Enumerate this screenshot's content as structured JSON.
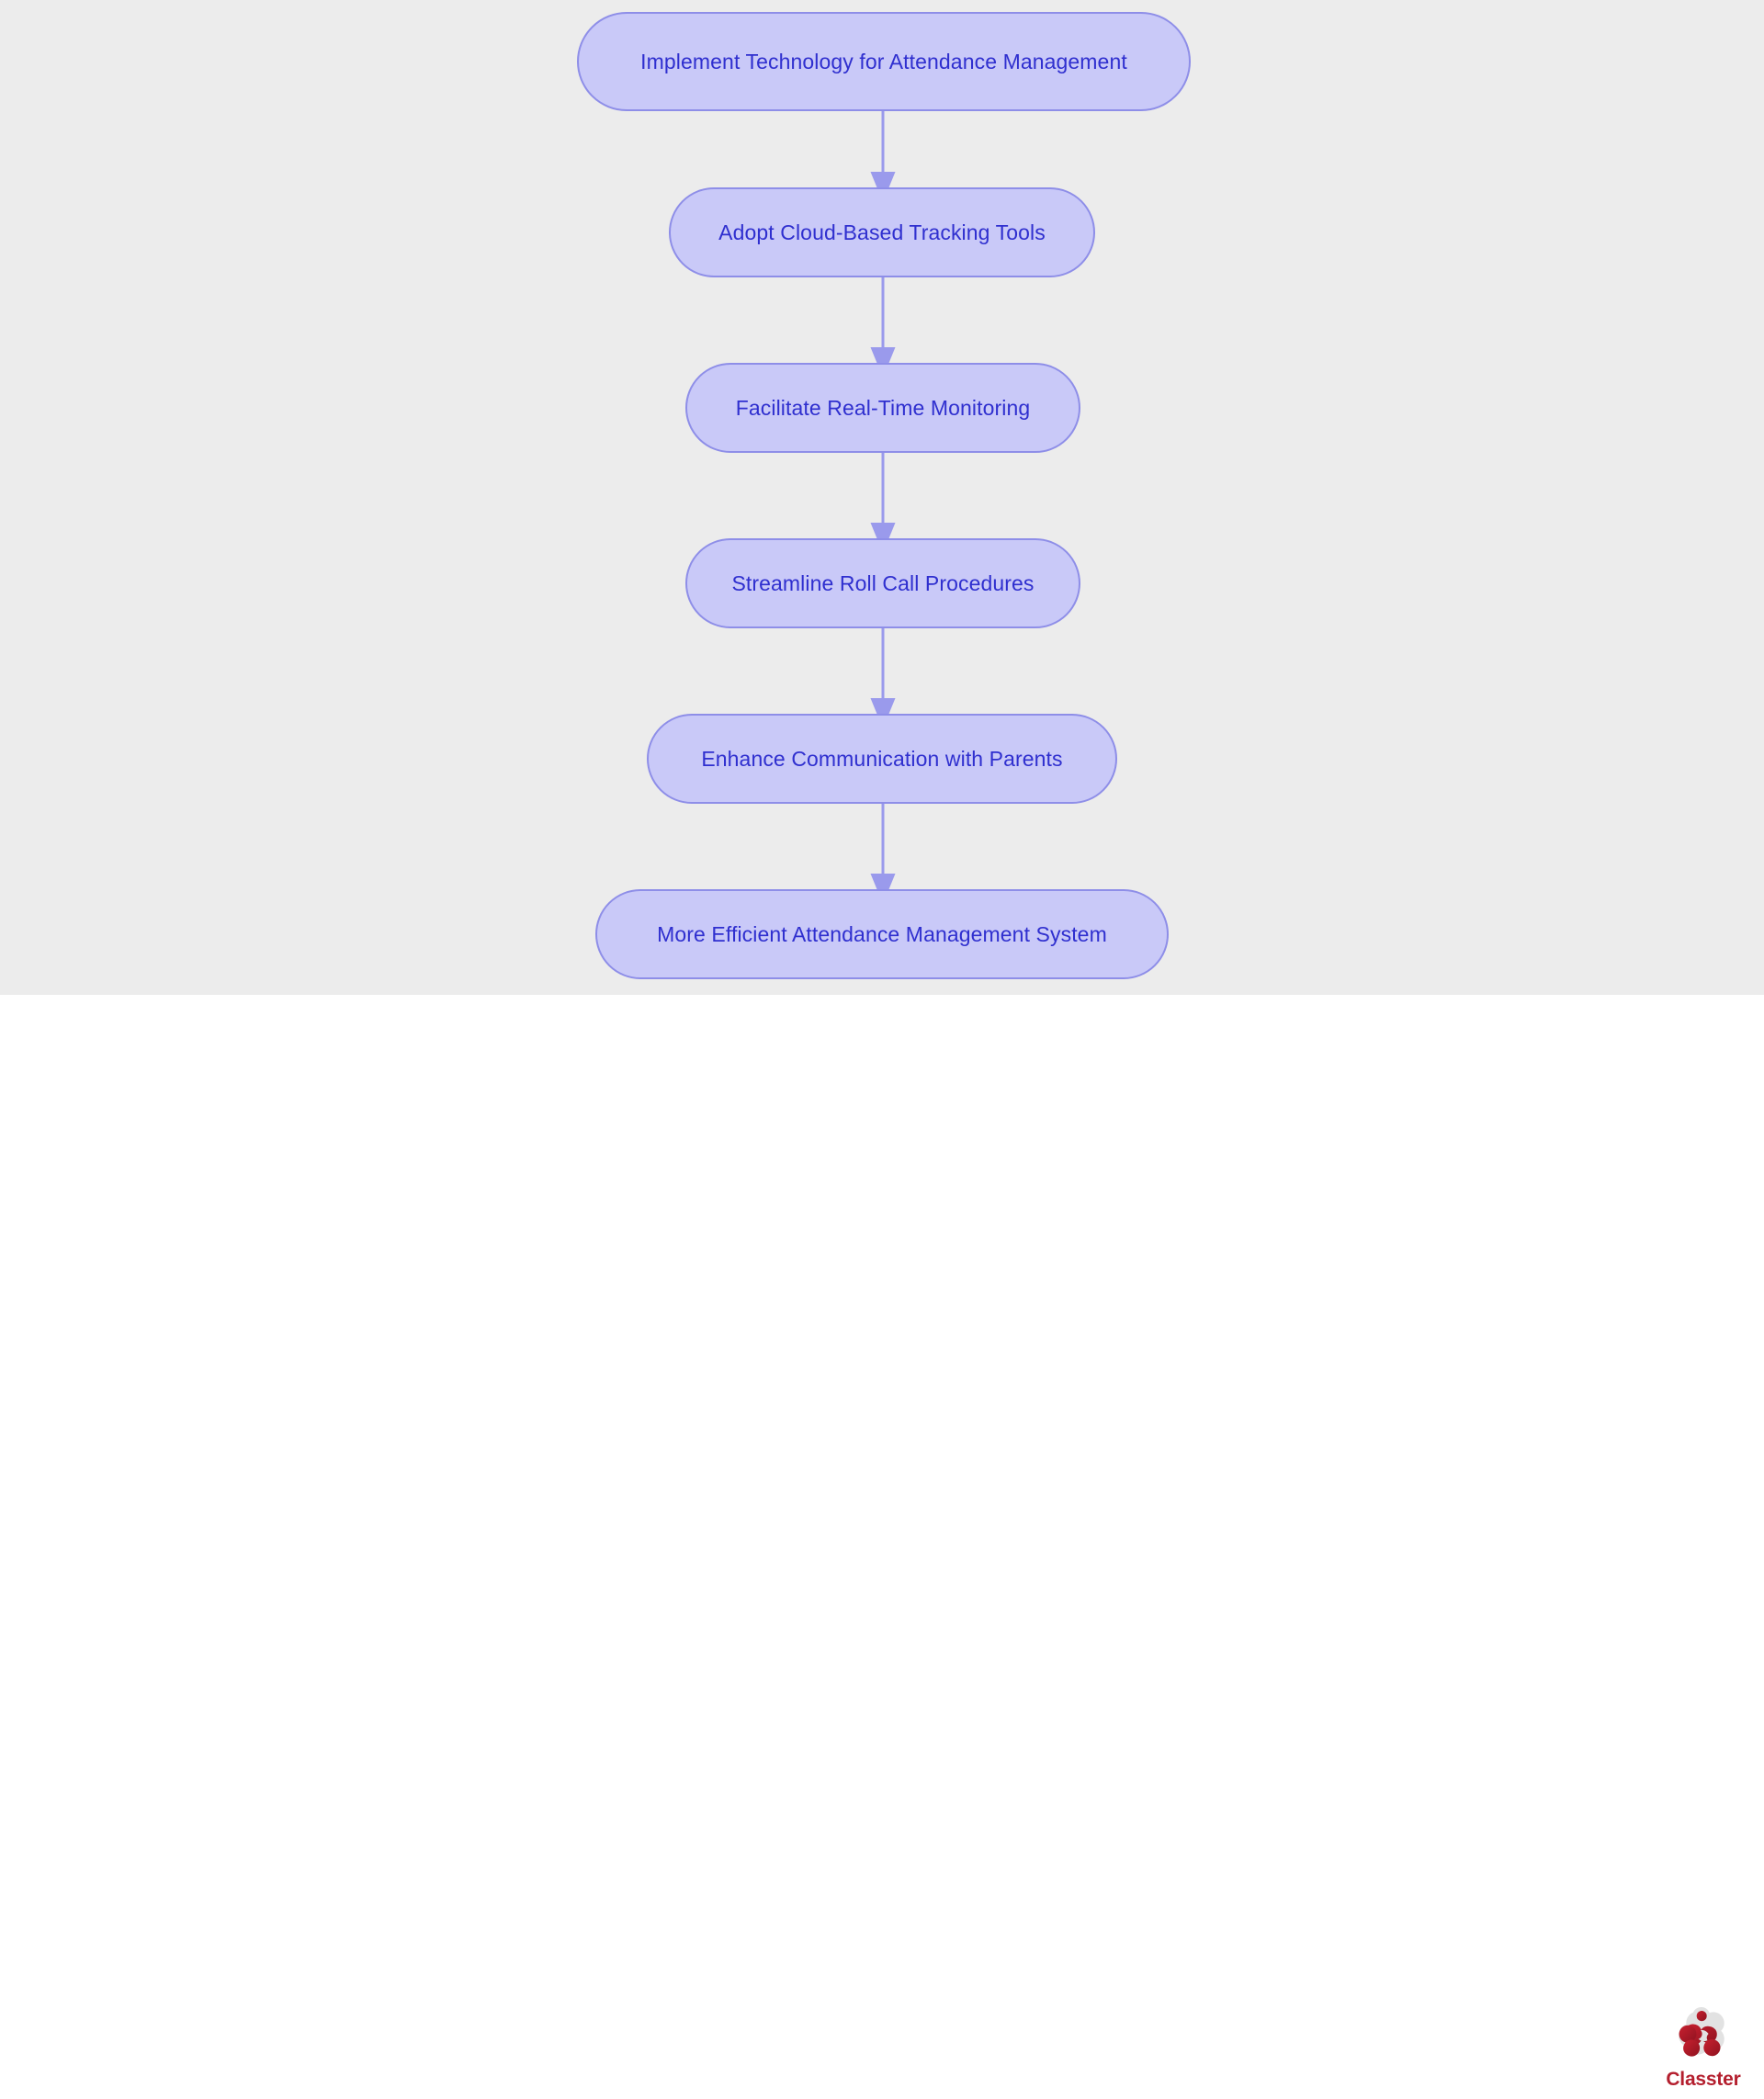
{
  "canvas": {
    "background_color": "#ececec",
    "footer_background_color": "#ffffff"
  },
  "chart_data": {
    "type": "diagram",
    "diagram_kind": "flowchart",
    "orientation": "top-to-bottom",
    "title": "",
    "node_style": {
      "fill": "#c9c9f8",
      "stroke": "#8e8ee8",
      "text_color": "#2f2fcf",
      "shape": "stadium"
    },
    "edge_style": {
      "stroke": "#9a9aec",
      "arrowhead": "triangle"
    },
    "nodes": [
      {
        "id": "n0",
        "label": "Implement Technology for Attendance Management"
      },
      {
        "id": "n1",
        "label": "Adopt Cloud-Based Tracking Tools"
      },
      {
        "id": "n2",
        "label": "Facilitate Real-Time Monitoring"
      },
      {
        "id": "n3",
        "label": "Streamline Roll Call Procedures"
      },
      {
        "id": "n4",
        "label": "Enhance Communication with Parents"
      },
      {
        "id": "n5",
        "label": "More Efficient Attendance Management System"
      }
    ],
    "edges": [
      {
        "from": "n0",
        "to": "n1",
        "label": ""
      },
      {
        "from": "n1",
        "to": "n2",
        "label": ""
      },
      {
        "from": "n2",
        "to": "n3",
        "label": ""
      },
      {
        "from": "n3",
        "to": "n4",
        "label": ""
      },
      {
        "from": "n4",
        "to": "n5",
        "label": ""
      }
    ]
  },
  "branding": {
    "name": "Classter",
    "logo_icon": "classter-blob-logo",
    "color": "#b41f2e"
  }
}
